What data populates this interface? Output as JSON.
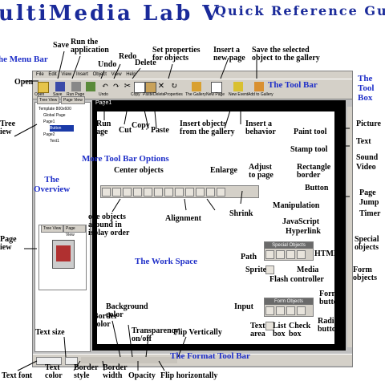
{
  "title": {
    "left": "ultiMedia Lab V",
    "right": "Quick Reference Gu"
  },
  "window": {
    "menu": [
      "File",
      "Edit",
      "View",
      "Insert",
      "Object",
      "View",
      "Help"
    ],
    "toolbar_buttons": [
      "Open",
      "Save",
      "Run Page",
      "Run Application",
      "Undo",
      "Redo",
      "Cut",
      "Copy",
      "Paste",
      "Delete",
      "Properties",
      "The Gallery",
      "New Page",
      "New Event",
      "Add to Gallery"
    ],
    "tabs": [
      "Tree View",
      "Page View"
    ],
    "tree": [
      "Template 800x600",
      "Global Page",
      "Page1",
      "Button",
      "Page2",
      "Text1"
    ],
    "page_tab": "Page1",
    "tab_more": [
      "Tree View",
      "Page View"
    ],
    "special_objects_title": "Special Objects",
    "form_objects_title": "Form Objects"
  },
  "labels": {
    "menu_bar": "he Menu Bar",
    "open": "Open",
    "save": "Save",
    "run_app": "Run the\napplication",
    "undo": "Undo",
    "redo": "Redo",
    "delete": "Delete",
    "set_props": "Set properties\nfor objects",
    "insert_new_page": "Insert a\nnew page",
    "save_selected": "Save the selected\nobject to the gallery",
    "toolbar": "The Tool Bar",
    "toolbox": "The\nTool\nBox",
    "tree_view": "Tree\niew",
    "run_page": "Run\nage",
    "cut": "Cut",
    "copy": "Copy",
    "paste": "Paste",
    "insert_gallery": "Insert objects\nfrom the gallery",
    "insert_behavior": "Insert a\nbehavior",
    "paint_tool": "Paint tool",
    "picture": "Picture",
    "text": "Text",
    "stamp_tool": "Stamp tool",
    "sound": "Sound",
    "video": "Video",
    "more_toolbar": "More Tool Bar Options",
    "center_objects": "Center objects",
    "enlarge": "Enlarge",
    "adjust_rect": "Adjust\nto page",
    "rect_border": "Rectangle\nborder",
    "overview": "The\nOverview",
    "button": "Button",
    "page": "Page",
    "jump": "Jump",
    "timer": "Timer",
    "manipulation": "Manipulation",
    "shrink": "Shrink",
    "move_objects": "ove objects\naround in\nisplay order",
    "alignment": "Alignment",
    "javascript": "JavaScript",
    "hyperlink": "Hyperlink",
    "special_objects": "Special\nobjects",
    "page_view": "Page\niew",
    "work_space": "The Work Space",
    "path": "Path",
    "html": "HTML",
    "form_objects": "Form\nobjects",
    "sprite": "Sprite",
    "media": "Media",
    "flash": "Flash controller",
    "background_color": "Background\ncolor",
    "border_color": "Border\ncolor",
    "form_button": "Form\nbutton",
    "input": "Input",
    "text_area": "Text\narea",
    "list_box": "List\nbox",
    "check_box": "Check\nbox",
    "radio_button": "Radio\nbutton",
    "transparency": "Transparency\non/off",
    "flip_vertically": "Flip Vertically",
    "text_size": "Text size",
    "format_toolbar": "The Format Tool Bar",
    "text_font": "Text font",
    "text_color": "Text\ncolor",
    "border_style": "Border\nstyle",
    "border_width": "Border\nwidth",
    "opacity": "Opacity",
    "flip_horizontally": "Flip horizontally"
  },
  "colors": {
    "title": "#1a2a9a",
    "callout_blue": "#1e2ec8",
    "chrome": "#d4d0c8",
    "workspace": "#000000"
  }
}
